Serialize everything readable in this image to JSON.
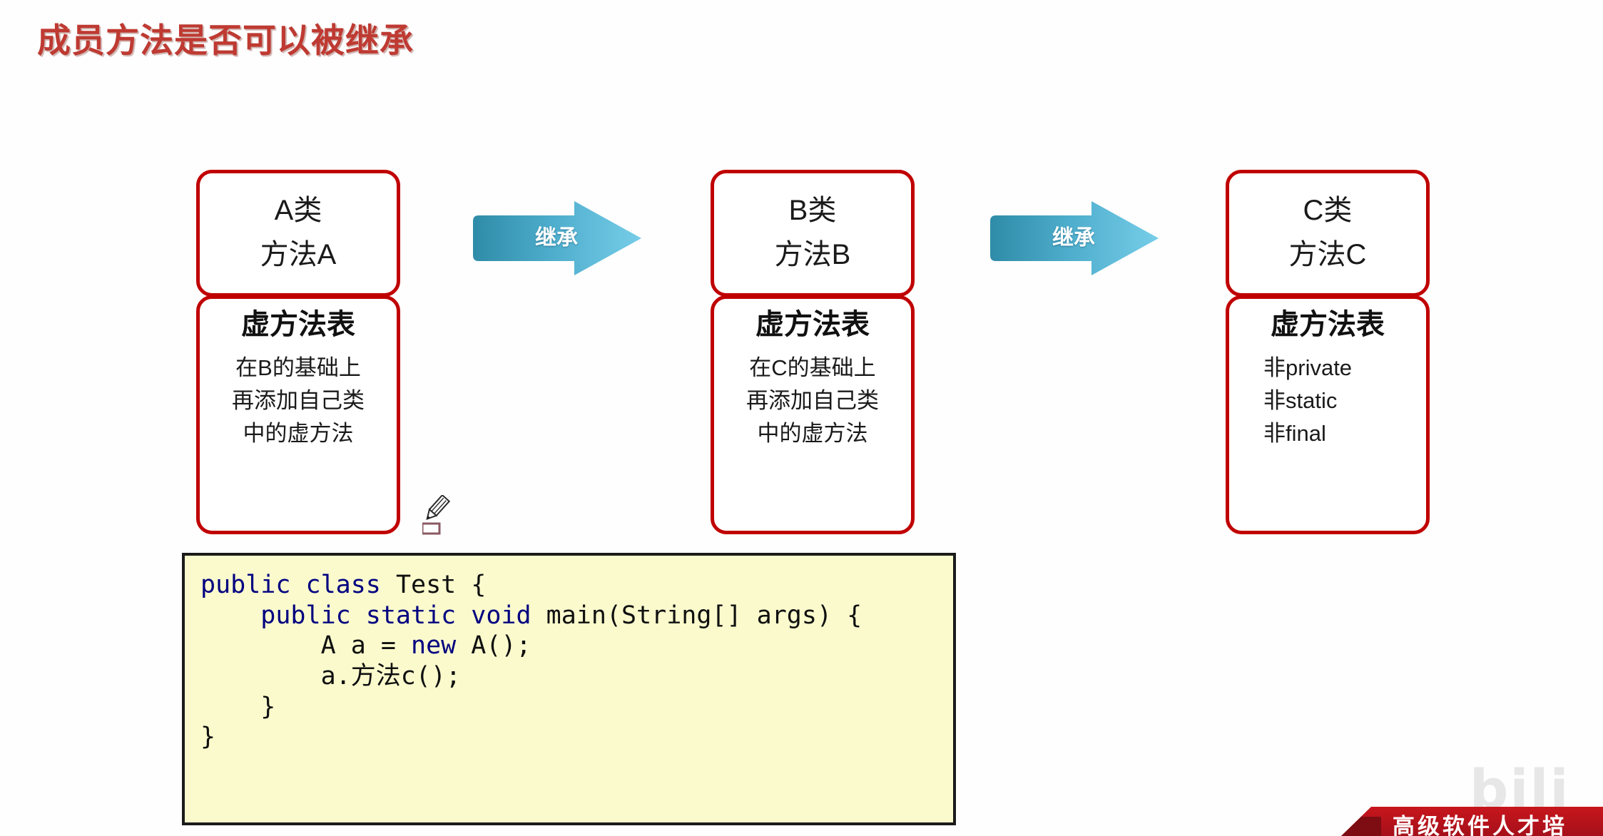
{
  "slide": {
    "title": "成员方法是否可以被继承",
    "title_color": "#BE3A32",
    "background": "#FFFFFF"
  },
  "colors": {
    "box_border": "#C00000",
    "arrow_dark": "#2E8CA8",
    "arrow_light": "#6CC8E5",
    "code_background": "#FAFACD",
    "code_keyword": "#000080",
    "banner_red": "#C8161D"
  },
  "columns": [
    {
      "id": "class-a",
      "head": {
        "class_name": "A类",
        "method": "方法A"
      },
      "body": {
        "title": "虚方法表",
        "lines": [
          "在B的基础上",
          "再添加自己类",
          "中的虚方法"
        ],
        "align": "center"
      }
    },
    {
      "id": "class-b",
      "head": {
        "class_name": "B类",
        "method": "方法B"
      },
      "body": {
        "title": "虚方法表",
        "lines": [
          "在C的基础上",
          "再添加自己类",
          "中的虚方法"
        ],
        "align": "center"
      }
    },
    {
      "id": "class-c",
      "head": {
        "class_name": "C类",
        "method": "方法C"
      },
      "body": {
        "title": "虚方法表",
        "lines": [
          "非private",
          "非static",
          "非final"
        ],
        "align": "left"
      }
    }
  ],
  "arrows": [
    {
      "id": "arrow-a-to-b",
      "label": "继承"
    },
    {
      "id": "arrow-b-to-c",
      "label": "继承"
    }
  ],
  "code": {
    "language": "java",
    "lines": [
      {
        "segments": [
          {
            "text": "public class ",
            "kind": "keyword"
          },
          {
            "text": "Test {",
            "kind": "plain"
          }
        ]
      },
      {
        "segments": [
          {
            "text": "    public static void ",
            "kind": "keyword"
          },
          {
            "text": "main(String[] args) {",
            "kind": "plain"
          }
        ]
      },
      {
        "segments": [
          {
            "text": "        A a = ",
            "kind": "plain"
          },
          {
            "text": "new",
            "kind": "keyword"
          },
          {
            "text": " A();",
            "kind": "plain"
          }
        ]
      },
      {
        "segments": [
          {
            "text": "        a.方法c();",
            "kind": "plain"
          }
        ]
      },
      {
        "segments": [
          {
            "text": "    }",
            "kind": "plain"
          }
        ]
      },
      {
        "segments": [
          {
            "text": "}",
            "kind": "plain"
          }
        ]
      }
    ]
  },
  "cursor": {
    "tool": "pencil-annotation"
  },
  "banner": {
    "text": "高级软件人才培"
  },
  "watermark": {
    "text": "bili"
  }
}
